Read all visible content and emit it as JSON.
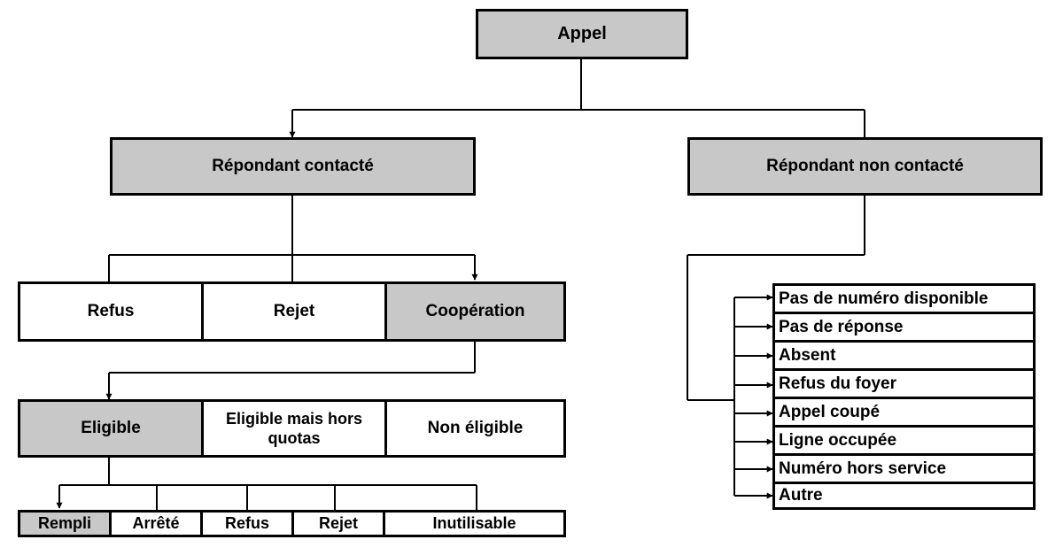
{
  "root": "Appel",
  "contacted": "Répondant contacté",
  "not_contacted": "Répondant non contacté",
  "contact_outcomes": [
    "Refus",
    "Rejet",
    "Coopération"
  ],
  "eligibility": [
    "Eligible",
    "Eligible mais hors quotas",
    "Non éligible"
  ],
  "results": [
    "Rempli",
    "Arrêté",
    "Refus",
    "Rejet",
    "Inutilisable"
  ],
  "non_contact_reasons": [
    "Pas de numéro disponible",
    "Pas de réponse",
    "Absent",
    "Refus du foyer",
    "Appel coupé",
    "Ligne occupée",
    "Numéro hors service",
    "Autre"
  ],
  "colors": {
    "highlight": "#c8c8c8",
    "line": "#000000",
    "box": "#ffffff"
  }
}
